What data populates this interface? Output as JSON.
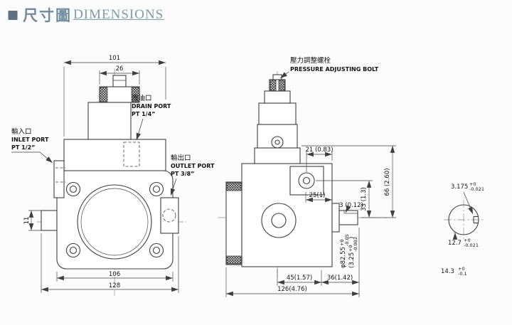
{
  "header": {
    "bullet": "■",
    "title_cjk": "尺寸圖",
    "title_en": "DIMENSIONS"
  },
  "front_view": {
    "dims": {
      "width_top": "101",
      "width_cap": "26",
      "stub_height": "11",
      "width_bolt": "106",
      "width_overall": "128"
    },
    "ports": {
      "drain": {
        "cjk": "洩油口",
        "en": "DRAIN PORT",
        "size": "PT 1/4”"
      },
      "inlet": {
        "cjk": "輸入口",
        "en": "INLET PORT",
        "size": "PT 1/2”"
      },
      "outlet": {
        "cjk": "輸出口",
        "en": "OUTLET PORT",
        "size": "PT 3/8”"
      }
    }
  },
  "side_view": {
    "bolt_label": {
      "cjk": "壓力調整螺栓",
      "en": "PRESSURE ADJUSTING BOLT"
    },
    "dims": {
      "d21": "21 (0.83)",
      "d66": "66 (2.60)",
      "d25": "25(1)",
      "d33": "33 (1.3)",
      "d3": "3 (0.12)",
      "dia_main": "φ82.55",
      "dia_tol_top": "+0",
      "dia_tol_bot": "-0.05",
      "dia_inch": "(3.25",
      "dia_inch_tol_top": "+0",
      "dia_inch_tol_bot": "-0.002",
      "dia_close": ")",
      "d45": "45(1.57)",
      "d36": "36(1.42)",
      "d126": "126(4.76)"
    }
  },
  "shaft_detail": {
    "key_width": {
      "main": "3.175",
      "tol_top": "+0",
      "tol_bot": "-0.021"
    },
    "key_flat": {
      "main": "12.7",
      "tol_top": "+0",
      "tol_bot": "-0.021"
    },
    "shaft_dia": {
      "main": "14.3",
      "tol_top": "+0",
      "tol_bot": "-0.1"
    }
  },
  "colors": {
    "line": "#3f3f3f",
    "header_accent": "#7f9aab",
    "background": "#fcfcfd"
  }
}
